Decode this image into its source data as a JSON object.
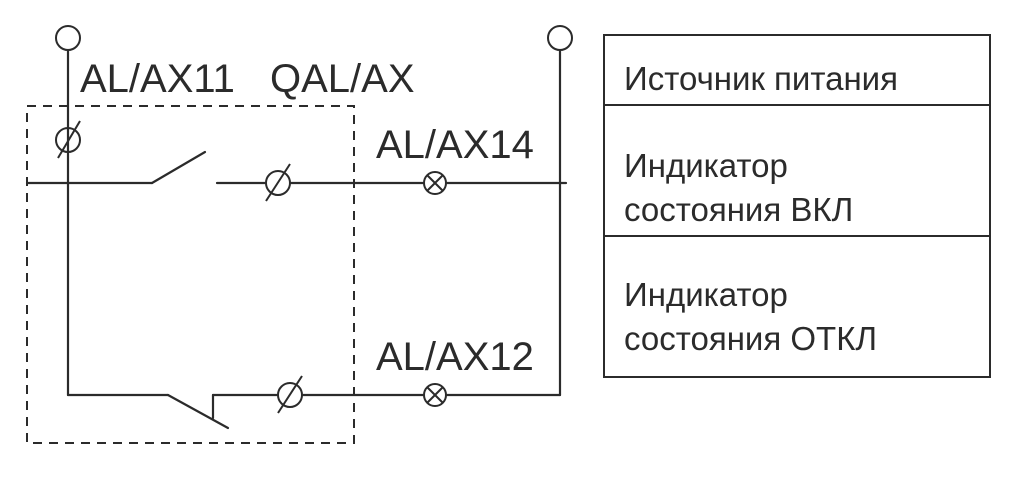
{
  "diagram": {
    "labels": {
      "contact_common": "AL/AX11",
      "module": "QAL/AX",
      "contact_on": "AL/AX14",
      "contact_off": "AL/AX12"
    },
    "legend": {
      "row1": "Источник питания",
      "row2_line1": "Индикатор",
      "row2_line2": "состояния ВКЛ",
      "row3_line1": "Индикатор",
      "row3_line2": "состояния ОТКЛ"
    },
    "colors": {
      "line": "#2b2b2b",
      "background": "#ffffff"
    }
  }
}
